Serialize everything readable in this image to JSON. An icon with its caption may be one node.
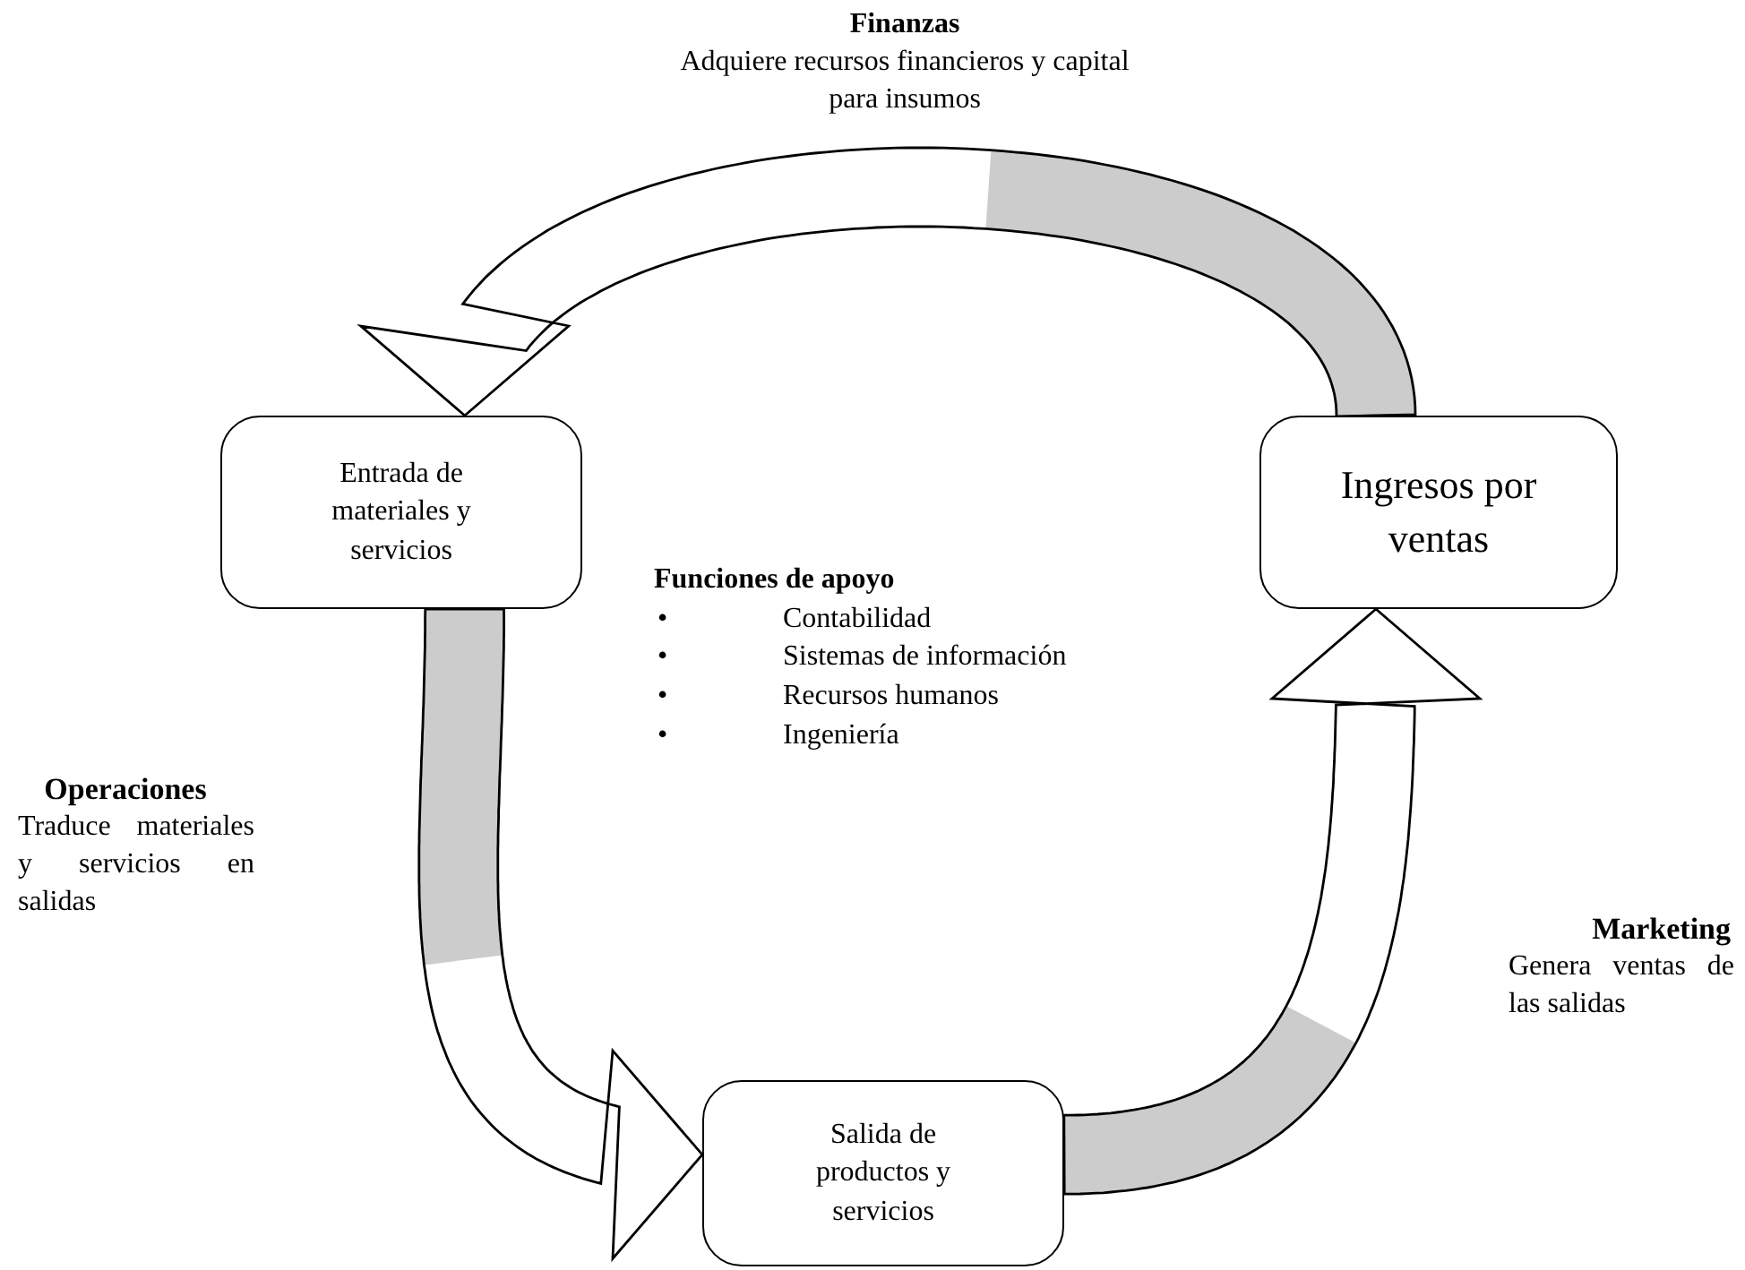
{
  "diagram": {
    "nodes": [
      {
        "text": [
          "Entrada de materiales y servicios"
        ]
      },
      {
        "text": [
          "Ingresos por ventas"
        ]
      },
      {
        "text": [
          "Salida de productos y servicios"
        ]
      }
    ],
    "edges": [
      {
        "from": 1,
        "to": 0,
        "arrow": "to"
      },
      {
        "from": 0,
        "to": 2,
        "arrow": "to"
      },
      {
        "from": 2,
        "to": 1,
        "arrow": "to"
      }
    ],
    "labels": [
      "Finanzas",
      "Adquiere recursos financieros y capital para insumos",
      "Funciones de apoyo",
      "•",
      "Contabilidad",
      "•",
      "Sistemas de información",
      "•",
      "Recursos humanos",
      "•",
      "Ingeniería",
      "Operaciones",
      "Traduce materiales y servicios en salidas",
      "Marketing",
      "Genera ventas de las salidas"
    ]
  }
}
